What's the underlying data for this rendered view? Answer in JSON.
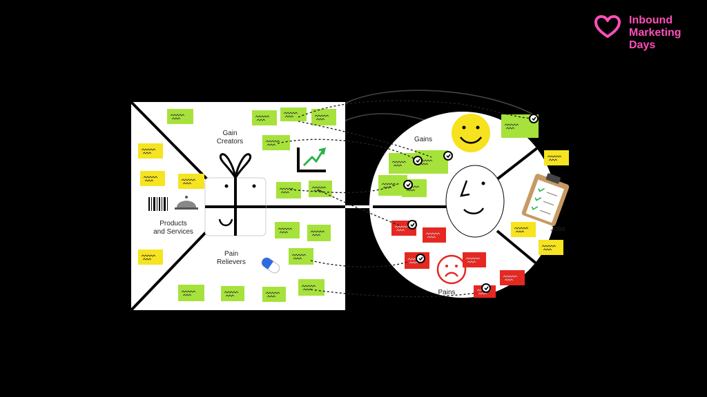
{
  "brand": {
    "lines": [
      "Inbound",
      "Marketing",
      "Days"
    ],
    "color": "#ff4fb8",
    "icon": "heart-outline-icon"
  },
  "value_map": {
    "gain_creators_lines": [
      "Gain",
      "Creators"
    ],
    "products_lines": [
      "Products",
      "and Services"
    ],
    "pain_relievers_lines": [
      "Pain",
      "Relievers"
    ]
  },
  "customer_profile": {
    "gains": "Gains",
    "jobs": "Jobs",
    "pains": "Pains"
  },
  "colors": {
    "background": "#000000",
    "board": "#ffffff",
    "sticky_green": "#a6e23b",
    "sticky_yellow": "#f5e41f",
    "sticky_red": "#e52822",
    "trend_arrow": "#28b34a"
  },
  "icons": [
    "gift-face-icon",
    "barcode-icon",
    "cloche-icon",
    "growth-chart-icon",
    "pill-icon",
    "smiley-icon",
    "sad-face-icon",
    "clipboard-icon",
    "neutral-face-icon",
    "checkmark-badge-icon"
  ]
}
